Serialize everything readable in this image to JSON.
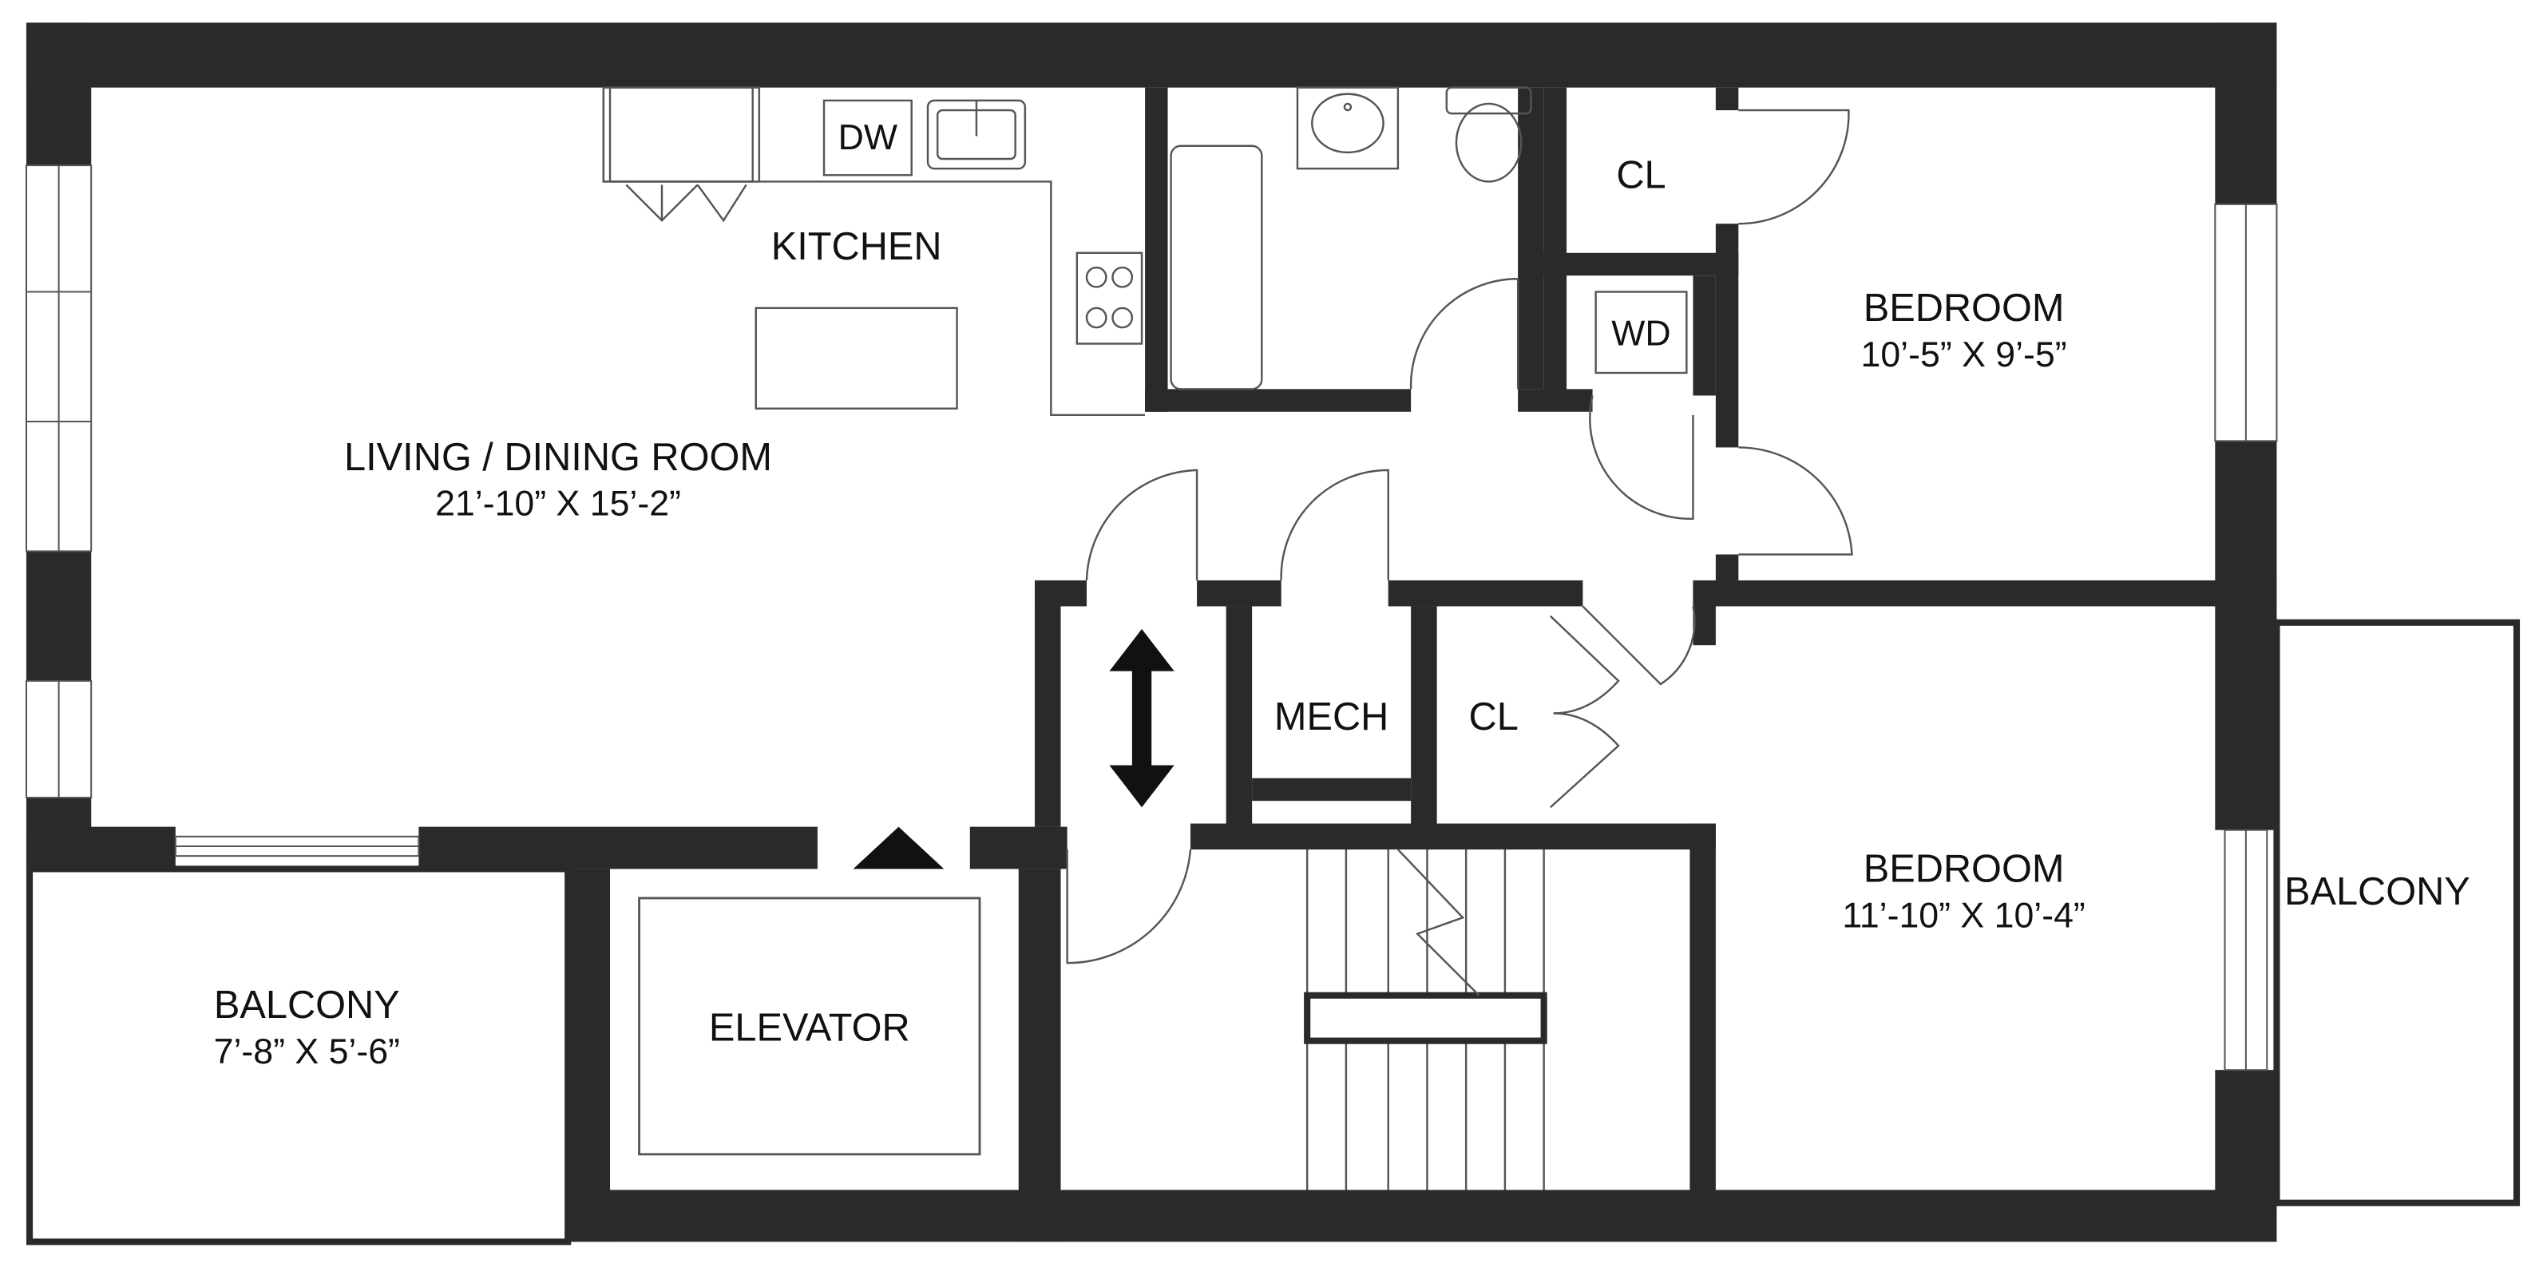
{
  "rooms": {
    "living": {
      "name": "LIVING / DINING ROOM",
      "dims": "21’-10” X 15’-2”"
    },
    "kitchen": {
      "name": "KITCHEN"
    },
    "bedroom1": {
      "name": "BEDROOM",
      "dims": "10’-5” X 9’-5”"
    },
    "bedroom2": {
      "name": "BEDROOM",
      "dims": "11’-10” X 10’-4”"
    },
    "balcony_left": {
      "name": "BALCONY",
      "dims": "7’-8” X 5’-6”"
    },
    "balcony_right": {
      "name": "BALCONY"
    },
    "elevator": {
      "name": "ELEVATOR"
    },
    "mech": {
      "name": "MECH"
    },
    "closet_top": {
      "name": "CL"
    },
    "closet_mid": {
      "name": "CL"
    },
    "dishwasher": {
      "name": "DW"
    },
    "washer_dryer": {
      "name": "WD"
    }
  },
  "colors": {
    "wall": "#2a2a2a",
    "line": "#555555",
    "background": "#ffffff"
  }
}
